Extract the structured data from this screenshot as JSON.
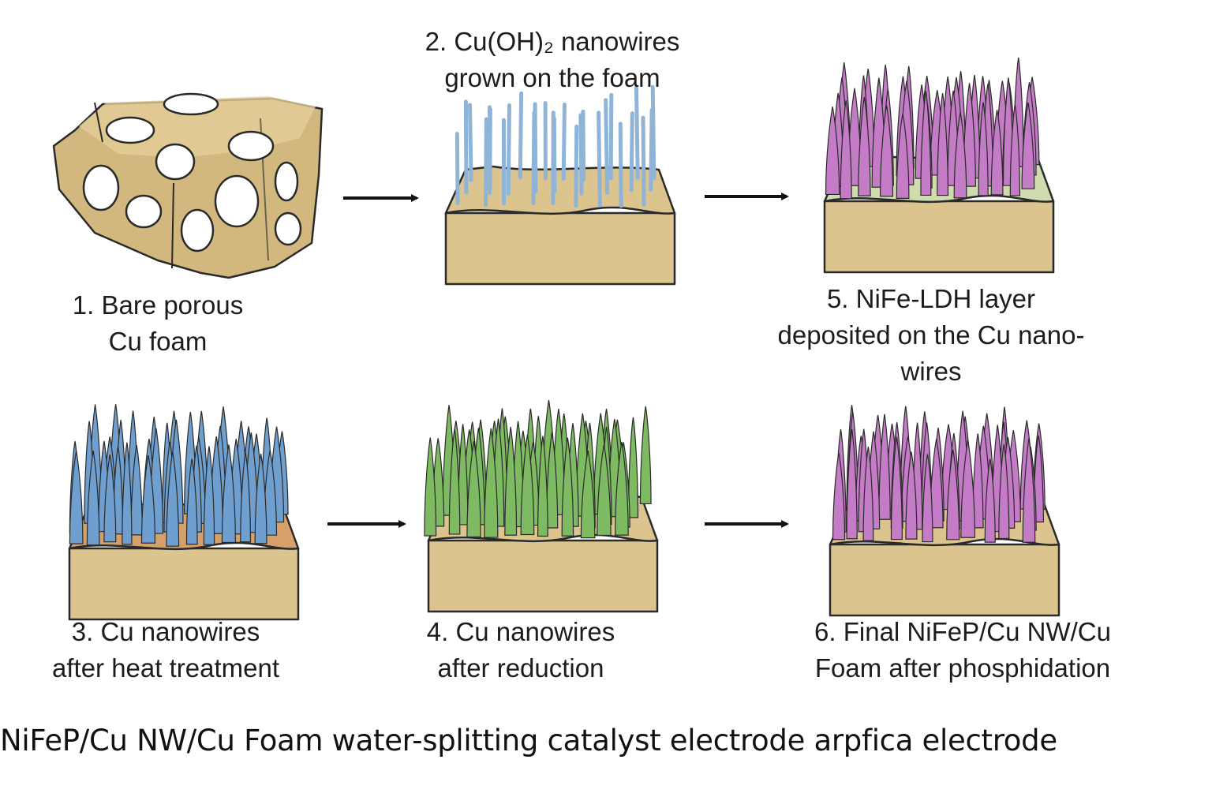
{
  "steps": [
    {
      "id": "step-1",
      "line1": "1. Bare porous",
      "line2": "Cu foam",
      "line3": ""
    },
    {
      "id": "step-2",
      "line1": "2. Cu(OH)₂ nanowires",
      "line2": "grown on the foam",
      "line3": ""
    },
    {
      "id": "step-5",
      "line1": "5. NiFe-LDH layer",
      "line2": "deposited on the Cu nano-",
      "line3": "wires"
    },
    {
      "id": "step-3",
      "line1": "3. Cu nanowires",
      "line2": "after heat treatment",
      "line3": ""
    },
    {
      "id": "step-4",
      "line1": "4. Cu nanowires",
      "line2": "after reduction",
      "line3": ""
    },
    {
      "id": "step-6",
      "line1": "6. Final NiFeP/Cu NW/Cu",
      "line2": "Foam after phosphidation",
      "line3": ""
    }
  ],
  "caption": "NiFeP/Cu NW/Cu Foam water-splitting catalyst electrode arpfica electrode",
  "colors": {
    "foam": "#dcc48e",
    "foam_side": "#d2b87f",
    "outline": "#2a2a2a",
    "cuoh2_wire": "#8fb4d8",
    "cu_wire": "#6f9fcf",
    "reduced_wire": "#7dba62",
    "nife_wire": "#c47cc6",
    "heat_surface": "#d6a06a",
    "ldh_surface": "#cfdcae",
    "arrow": "#111111"
  }
}
